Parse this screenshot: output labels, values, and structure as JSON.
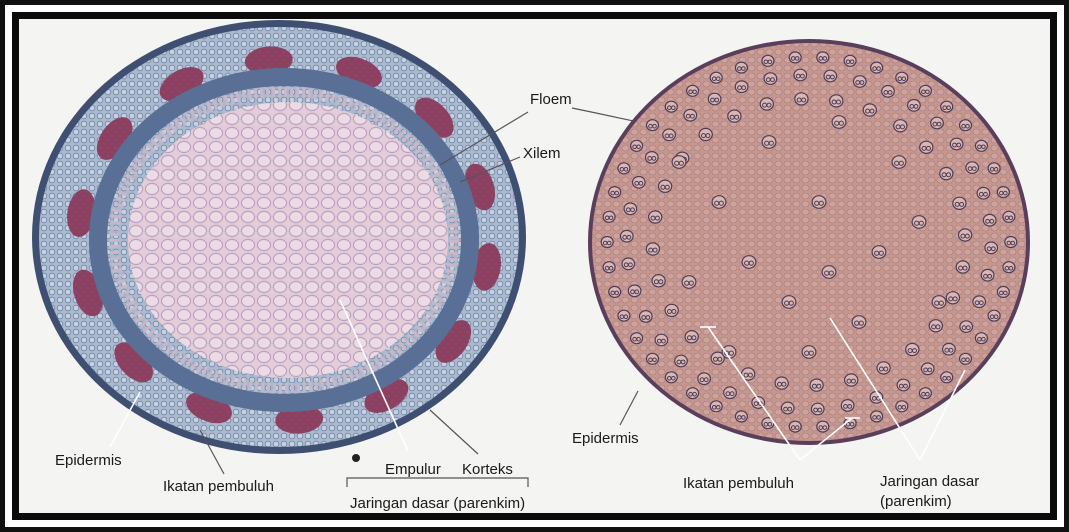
{
  "left_section": {
    "labels": {
      "floem": "Floem",
      "xilem": "Xilem",
      "epidermis": "Epidermis",
      "ikatan_pembuluh": "Ikatan pembuluh",
      "empulur": "Empulur",
      "korteks": "Korteks",
      "jaringan_dasar": "Jaringan dasar (parenkim)"
    }
  },
  "right_section": {
    "labels": {
      "epidermis": "Epidermis",
      "ikatan_pembuluh": "Ikatan pembuluh",
      "jaringan_dasar_line1": "Jaringan dasar",
      "jaringan_dasar_line2": "(parenkim)"
    }
  },
  "colors": {
    "background": "#f4f4f3",
    "frame": "#0b0b0b",
    "dicot_pith": "#e2c9d6",
    "dicot_ring_blue": "#6f86a6",
    "dicot_phloem": "#8a3456",
    "monocot_fill": "#c99a95",
    "monocot_edge": "#6b4a6a"
  }
}
